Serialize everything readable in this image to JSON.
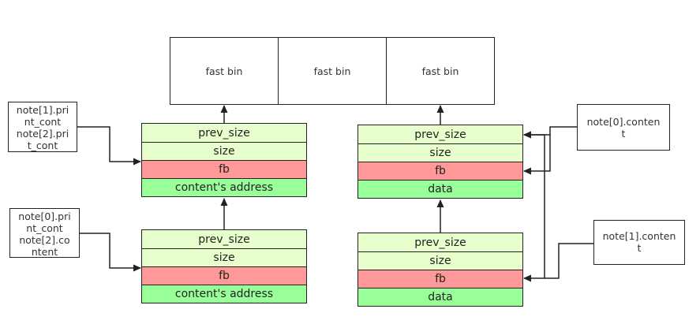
{
  "fast_bins": [
    "fast bin",
    "fast bin",
    "fast bin"
  ],
  "chunks": {
    "top_left": {
      "prev_size": "prev_size",
      "size": "size",
      "fb": "fb",
      "content": "content's address"
    },
    "bottom_left": {
      "prev_size": "prev_size",
      "size": "size",
      "fb": "fb",
      "content": "content's address"
    },
    "top_right": {
      "prev_size": "prev_size",
      "size": "size",
      "fb": "fb",
      "content": "data"
    },
    "bottom_right": {
      "prev_size": "prev_size",
      "size": "size",
      "fb": "fb",
      "content": "data"
    }
  },
  "notes": {
    "top_left_lines": [
      "note[1].pri",
      "nt_cont",
      "note[2].pri",
      "t_cont"
    ],
    "bottom_left_lines": [
      "note[0].pri",
      "nt_cont",
      "note[2].co",
      "ntent"
    ],
    "top_right_lines": [
      "note[0].conten",
      "t"
    ],
    "bottom_right_lines": [
      "note[1].conten",
      "t"
    ]
  },
  "colors": {
    "header_fill": "#e6ffcc",
    "fb_fill": "#ff9999",
    "content_fill": "#99ff99",
    "stroke": "#222222"
  }
}
